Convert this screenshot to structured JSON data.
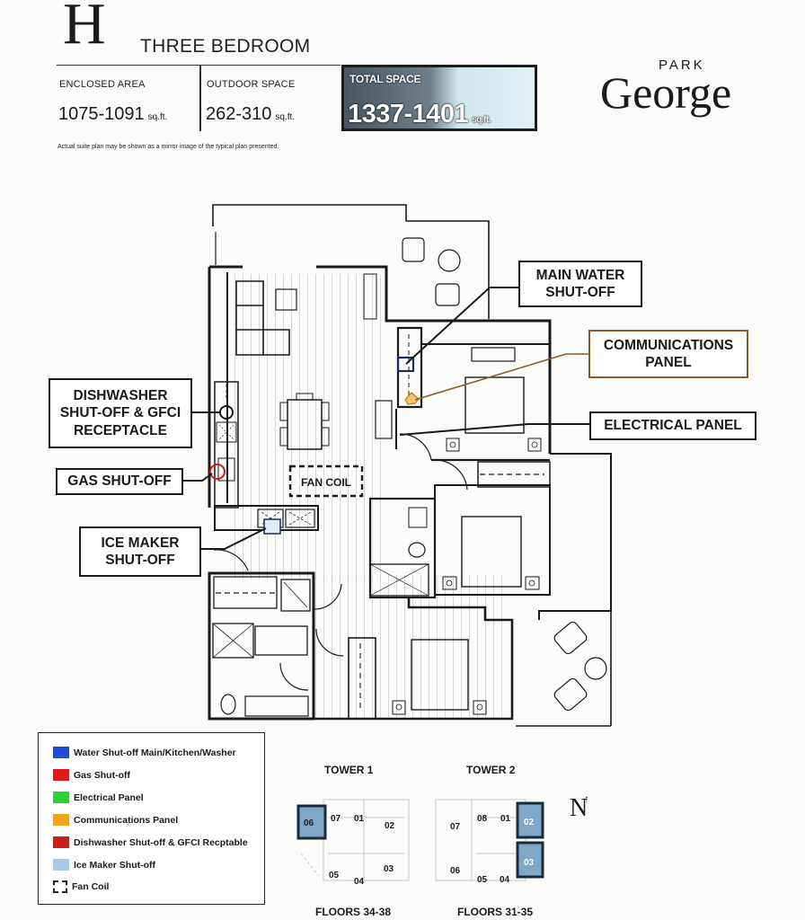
{
  "header": {
    "unit_letter": "H",
    "unit_type": "THREE BEDROOM",
    "enclosed_area": {
      "label": "ENCLOSED AREA",
      "value": "1075-1091",
      "unit": "sq.ft."
    },
    "outdoor_space": {
      "label": "OUTDOOR SPACE",
      "value": "262-310",
      "unit": "sq.ft."
    },
    "total_space": {
      "label": "TOTAL SPACE",
      "value": "1337-1401",
      "unit": "sq.ft."
    },
    "disclaimer": "Actual suite plan may be shown as a mirror image of the typical plan presented."
  },
  "brand": {
    "line1": "PARK",
    "line2": "George"
  },
  "callouts": {
    "main_water": [
      "MAIN WATER",
      "SHUT-OFF"
    ],
    "communications": [
      "COMMUNICATIONS",
      "PANEL"
    ],
    "electrical": "ELECTRICAL PANEL",
    "dishwasher": [
      "DISHWASHER",
      "SHUT-OFF & GFCI",
      "RECEPTACLE"
    ],
    "gas": "GAS SHUT-OFF",
    "ice_maker": [
      "ICE MAKER",
      "SHUT-OFF"
    ],
    "fan_coil": "FAN COIL"
  },
  "legend": {
    "items": [
      {
        "label": "Water Shut-off Main/Kitchen/Washer",
        "color": "#1f4fd8"
      },
      {
        "label": "Gas Shut-off",
        "color": "#e01a1a"
      },
      {
        "label": "Electrical Panel",
        "color": "#2fcf35"
      },
      {
        "label": "Communications Panel",
        "color": "#f5a21c"
      },
      {
        "label": "Dishwasher Shut-off & GFCI Recptable",
        "color": "#c8201c"
      },
      {
        "label": "Ice Maker Shut-off",
        "color": "#a9c8e6"
      },
      {
        "label": "Fan Coil",
        "color": "dashed"
      }
    ]
  },
  "key_plans": {
    "tower1": {
      "title": "TOWER 1",
      "floors": "FLOORS 34-38",
      "units": [
        "06",
        "07",
        "01",
        "02",
        "05",
        "04",
        "03"
      ],
      "highlighted": [
        "06"
      ]
    },
    "tower2": {
      "title": "TOWER 2",
      "floors": "FLOORS 31-35",
      "units": [
        "07",
        "08",
        "01",
        "02",
        "06",
        "05",
        "04",
        "03"
      ],
      "highlighted": [
        "02",
        "03"
      ]
    },
    "north": "N"
  },
  "colors": {
    "water": "#1f4fd8",
    "gas": "#e01a1a",
    "electrical": "#2fcf35",
    "communications": "#f5a21c",
    "dishwasher": "#c8201c",
    "ice_maker": "#a9c8e6",
    "callout_orange": "#8a5a2a"
  }
}
